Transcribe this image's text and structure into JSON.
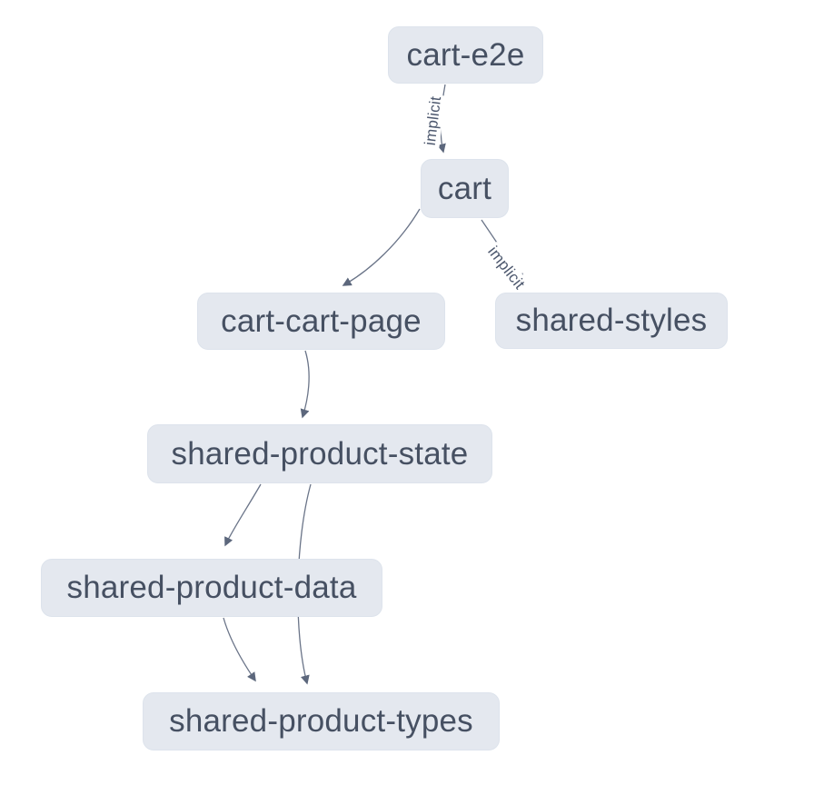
{
  "diagram": {
    "type": "project-dependency-graph",
    "background": "#ffffff"
  },
  "colors": {
    "node_fill": "#e4e8ef",
    "node_border": "#dde3ec",
    "node_text": "#465062",
    "edge_stroke": "#6a7488",
    "arrowhead": "#5c677c",
    "edge_label_text": "#4d586e"
  },
  "nodes": [
    {
      "id": "cart-e2e",
      "label": "cart-e2e"
    },
    {
      "id": "cart",
      "label": "cart"
    },
    {
      "id": "cart-cart-page",
      "label": "cart-cart-page"
    },
    {
      "id": "shared-styles",
      "label": "shared-styles"
    },
    {
      "id": "shared-product-state",
      "label": "shared-product-state"
    },
    {
      "id": "shared-product-data",
      "label": "shared-product-data"
    },
    {
      "id": "shared-product-types",
      "label": "shared-product-types"
    }
  ],
  "edges": [
    {
      "from": "cart-e2e",
      "to": "cart",
      "label": "implicit"
    },
    {
      "from": "cart",
      "to": "cart-cart-page",
      "label": ""
    },
    {
      "from": "cart",
      "to": "shared-styles",
      "label": "implicit"
    },
    {
      "from": "cart-cart-page",
      "to": "shared-product-state",
      "label": ""
    },
    {
      "from": "shared-product-state",
      "to": "shared-product-data",
      "label": ""
    },
    {
      "from": "shared-product-state",
      "to": "shared-product-types",
      "label": ""
    },
    {
      "from": "shared-product-data",
      "to": "shared-product-types",
      "label": ""
    }
  ]
}
